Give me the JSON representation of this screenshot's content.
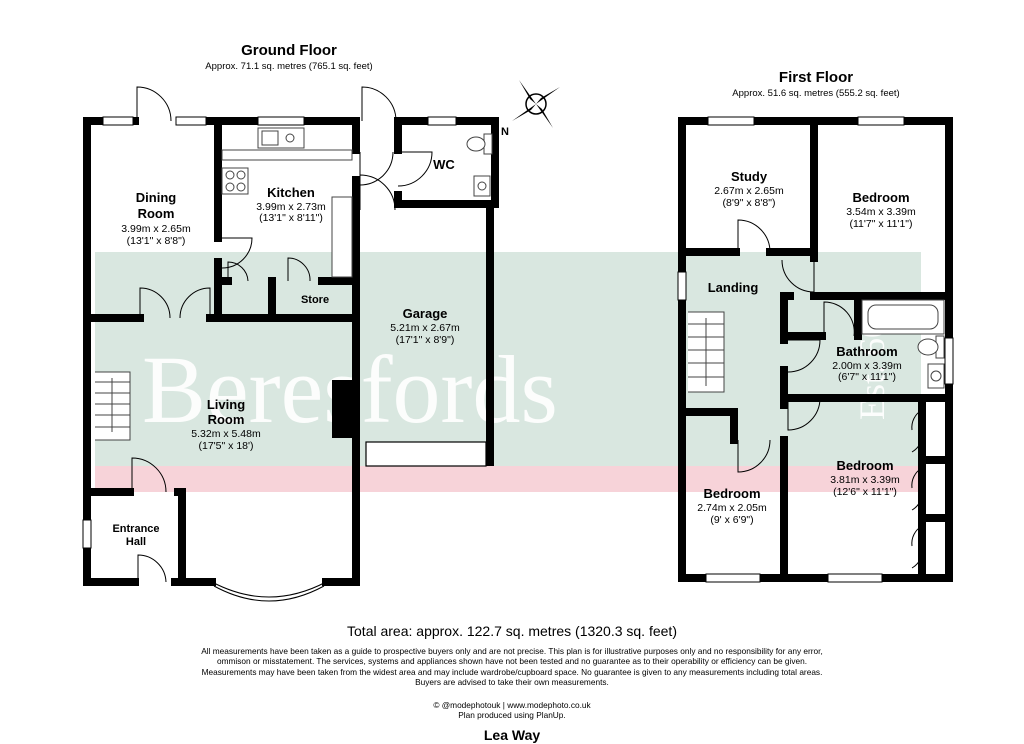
{
  "ground_floor": {
    "title": "Ground Floor",
    "area": "Approx. 71.1 sq. metres (765.1 sq. feet)",
    "rooms": {
      "dining": {
        "name_1": "Dining",
        "name_2": "Room",
        "metric": "3.99m x 2.65m",
        "imperial": "(13'1\" x 8'8\")"
      },
      "kitchen": {
        "name": "Kitchen",
        "metric": "3.99m x 2.73m",
        "imperial": "(13'1\" x 8'11\")"
      },
      "wc": {
        "name": "WC"
      },
      "store": {
        "name": "Store"
      },
      "garage": {
        "name": "Garage",
        "metric": "5.21m x 2.67m",
        "imperial": "(17'1\" x 8'9\")"
      },
      "living": {
        "name_1": "Living",
        "name_2": "Room",
        "metric": "5.32m x 5.48m",
        "imperial": "(17'5\" x 18')"
      },
      "entrance": {
        "name_1": "Entrance",
        "name_2": "Hall"
      }
    }
  },
  "first_floor": {
    "title": "First Floor",
    "area": "Approx. 51.6 sq. metres (555.2 sq. feet)",
    "rooms": {
      "study": {
        "name": "Study",
        "metric": "2.67m x 2.65m",
        "imperial": "(8'9\" x 8'8\")"
      },
      "bedroom_1": {
        "name": "Bedroom",
        "metric": "3.54m x 3.39m",
        "imperial": "(11'7\" x 11'1\")"
      },
      "landing": {
        "name": "Landing"
      },
      "bathroom": {
        "name": "Bathroom",
        "metric": "2.00m x 3.39m",
        "imperial": "(6'7\" x 11'1\")"
      },
      "bedroom_2": {
        "name": "Bedroom",
        "metric": "3.81m x 3.39m",
        "imperial": "(12'6\" x 11'1\")"
      },
      "bedroom_3": {
        "name": "Bedroom",
        "metric": "2.74m x 2.05m",
        "imperial": "(9' x 6'9\")"
      }
    }
  },
  "watermark": {
    "brand": "Beresfords",
    "suffix": "Est. 60"
  },
  "compass": {
    "label": "N"
  },
  "total_area": "Total area: approx. 122.7 sq. metres (1320.3 sq. feet)",
  "disclaimer": "All measurements have been taken as a guide to prospective buyers only and are not precise. This plan is for illustrative purposes only and no responsibility for any error, ommison or misstatement. The services, systems and appliances shown have not been tested and no guarantee as to their operability or efficiency can be given. Measurements may have been taken from the widest area and may include wardrobe/cupboard space. No guarantee is given to any measurements including total areas. Buyers are advised to take their own measurements.",
  "credit_line_1": "© @modephotouk | www.modephoto.co.uk",
  "credit_line_2": "Plan produced using PlanUp.",
  "address": "Lea Way",
  "colors": {
    "wall": "#000000",
    "watermark_band": "#d9e7e0",
    "watermark_stripe": "#f7d3d9",
    "fixture": "#444444"
  }
}
